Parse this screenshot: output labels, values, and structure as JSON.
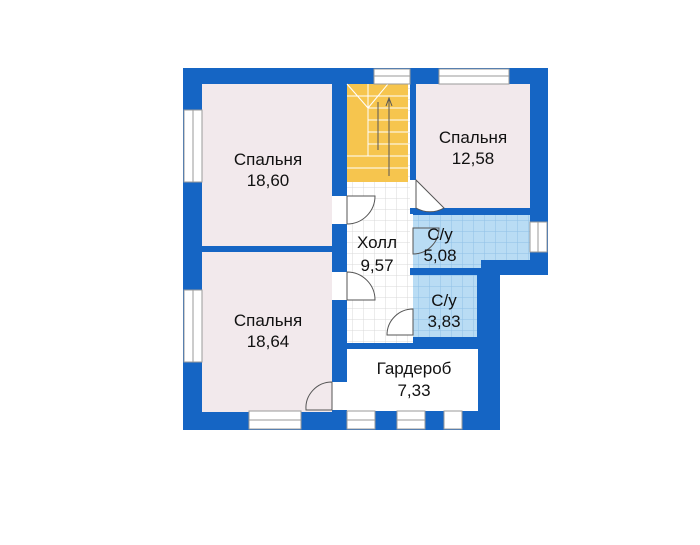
{
  "colors": {
    "wall": "#1565c4",
    "bedroom_floor": "#f2e9ec",
    "bathroom_floor": "#b9dcf4",
    "bathroom_grid": "#8fc0e6",
    "hall_grid": "#d9d9d9",
    "stairs": "#f6c54e",
    "window_frame": "#9a9a9a",
    "door_line": "#555555"
  },
  "rooms": {
    "bedroom_tl": {
      "name": "Спальня",
      "area": "18,60"
    },
    "bedroom_tr": {
      "name": "Спальня",
      "area": "12,58"
    },
    "bedroom_bl": {
      "name": "Спальня",
      "area": "18,64"
    },
    "hall": {
      "name": "Холл",
      "area": "9,57"
    },
    "bath_1": {
      "name": "С/у",
      "area": "5,08"
    },
    "bath_2": {
      "name": "С/у",
      "area": "3,83"
    },
    "wardrobe": {
      "name": "Гардероб",
      "area": "7,33"
    }
  }
}
